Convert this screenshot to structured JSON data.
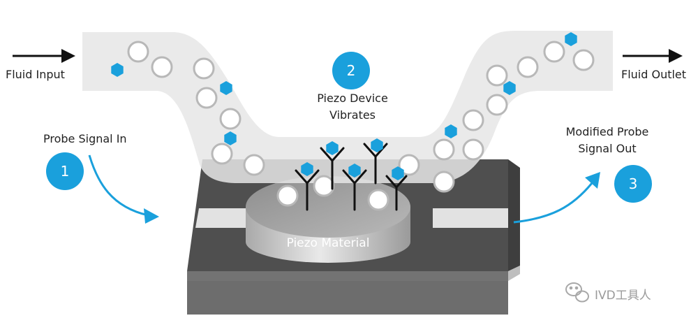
{
  "labels": {
    "fluid_input": "Fluid Input",
    "fluid_outlet": "Fluid Outlet",
    "probe_signal_in": "Probe Signal In",
    "piezo_device_line1": "Piezo Device",
    "piezo_device_line2": "Vibrates",
    "modified_probe_line1": "Modified Probe",
    "modified_probe_line2": "Signal Out",
    "piezo_material": "Piezo Material"
  },
  "steps": [
    "1",
    "2",
    "3"
  ],
  "watermark": "IVD工具人",
  "colors": {
    "accent_blue": "#1aa0dc",
    "channel": "#ebebeb",
    "arrow": "#1aa0dc",
    "block_top": "#4d4d4d",
    "block_front": "#6f6f6f"
  },
  "icons": {
    "particle": "hollow-circle",
    "analyte": "blue-hexagon",
    "antibody": "y-shaped-receptor",
    "watermark_logo": "wechat-icon"
  }
}
